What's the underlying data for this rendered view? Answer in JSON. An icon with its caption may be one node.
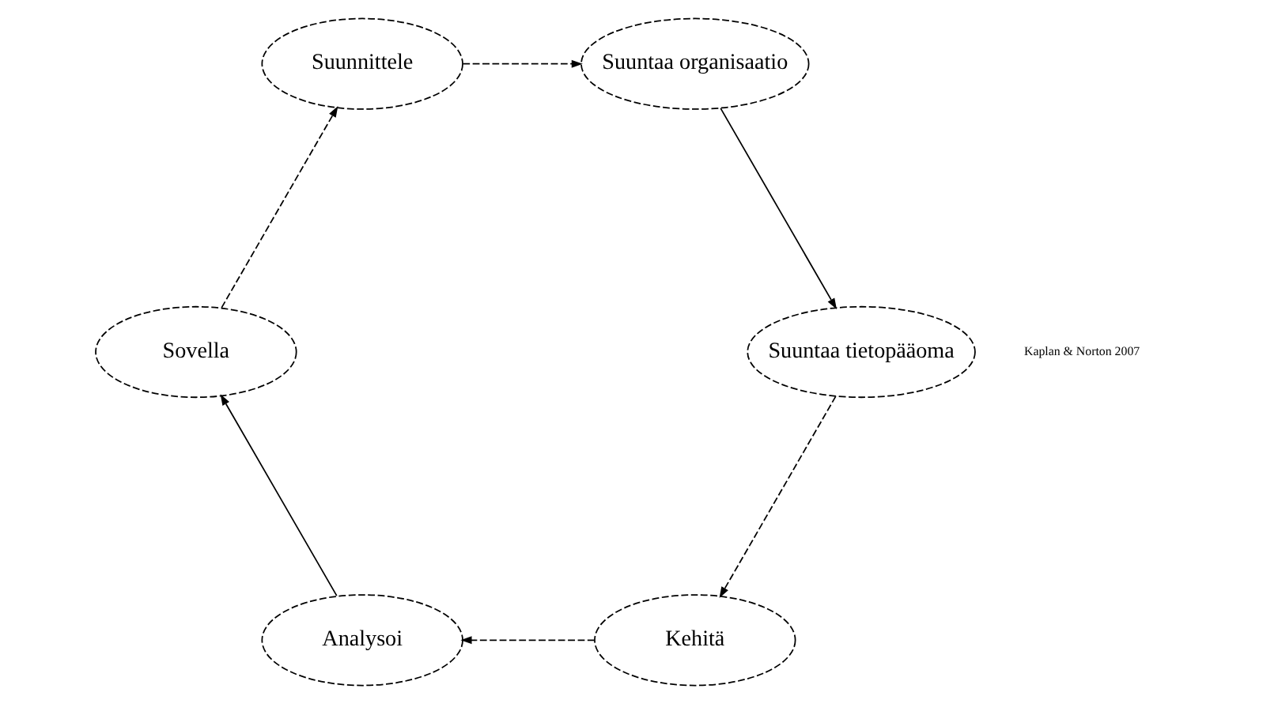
{
  "diagram": {
    "nodes": [
      {
        "text": [
          "Suunnittele"
        ]
      },
      {
        "text": [
          "Suuntaa organisaatio"
        ]
      },
      {
        "text": [
          "Suuntaa tietopääoma"
        ]
      },
      {
        "text": [
          "Kehitä"
        ]
      },
      {
        "text": [
          "Analysoi"
        ]
      },
      {
        "text": [
          "Sovella"
        ]
      }
    ],
    "edges": [
      {
        "from": 5,
        "to": 0,
        "arrow": "to",
        "style": "dashed"
      },
      {
        "from": 0,
        "to": 1,
        "arrow": "to",
        "style": "dashed"
      },
      {
        "from": 1,
        "to": 2,
        "arrow": "to"
      },
      {
        "from": 2,
        "to": 3,
        "arrow": "to",
        "style": "dashed"
      },
      {
        "from": 3,
        "to": 4,
        "arrow": "to",
        "style": "dashed"
      },
      {
        "from": 4,
        "to": 5,
        "arrow": "to"
      }
    ],
    "labels": [
      "Kaplan & Norton 2007"
    ]
  }
}
